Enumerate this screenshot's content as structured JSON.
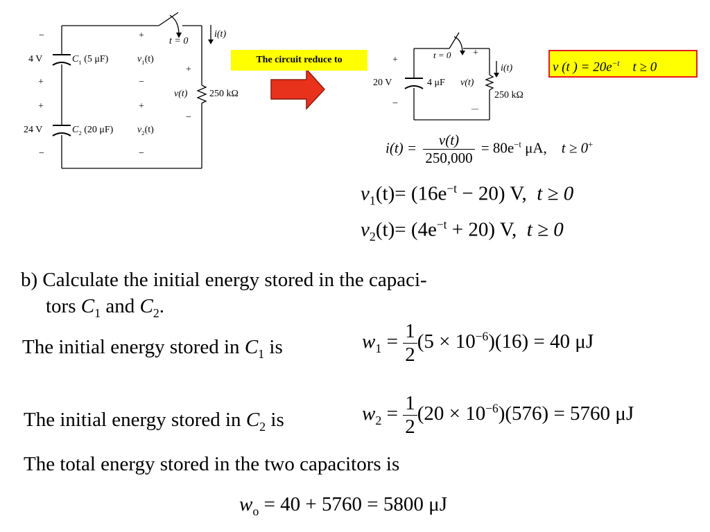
{
  "left_circuit": {
    "polarity_c1_left_top": "−",
    "polarity_c1_left_bottom": "+",
    "voltage_c1": "4 V",
    "c1_label": "C",
    "c1_sub": "1",
    "c1_value": "(5 μF)",
    "v1_label": "v",
    "v1_sub": "1",
    "v1_arg": "(t)",
    "v1_plus": "+",
    "v1_minus": "−",
    "polarity_c2_left_top": "+",
    "polarity_c2_left_bottom": "−",
    "voltage_c2": "24 V",
    "c2_label": "C",
    "c2_sub": "2",
    "c2_value": "(20 μF)",
    "v2_label": "v",
    "v2_sub": "2",
    "v2_arg": "(t)",
    "v2_plus": "+",
    "v2_minus": "−",
    "switch_label": "t = 0",
    "current_label": "i(t)",
    "v_label": "v(t)",
    "v_plus": "+",
    "v_minus": "−",
    "resistor_label": "250 kΩ"
  },
  "callout": {
    "text": "The circuit reduce to"
  },
  "right_circuit": {
    "plus": "+",
    "minus": "−",
    "voltage": "20 V",
    "cap_value": "4 μF",
    "v_label": "v(t)",
    "switch_label": "t = 0",
    "switch_plus": "+",
    "current_label": "i(t)",
    "resistor_label": "250 kΩ",
    "minus_bottom": "—"
  },
  "boxed_result": {
    "lhs": "v (t ) = 20e",
    "exp": "−t",
    "cond": "t ≥ 0"
  },
  "equations": {
    "i_lhs": "i(t) =",
    "i_num": "v(t)",
    "i_den": "250,000",
    "i_rhs_a": "= 80e",
    "i_rhs_exp": "−t",
    "i_rhs_b": "μA,",
    "i_cond": "t ≥ 0",
    "i_cond_sup": "+",
    "v1_lhs": "v",
    "v1_sub": "1",
    "v1_rest": "(t)= (16e",
    "v1_exp": "−t",
    "v1_tail": "− 20) V,",
    "v1_cond": "t ≥ 0",
    "v2_lhs": "v",
    "v2_sub": "2",
    "v2_rest": "(t)= (4e",
    "v2_exp": "−t",
    "v2_tail": "+ 20) V,",
    "v2_cond": "t ≥ 0"
  },
  "part_b": {
    "line1": "b) Calculate the initial energy stored in the capaci-",
    "line2_a": "tors ",
    "line2_c1": "C",
    "line2_c1_sub": "1",
    "line2_and": " and ",
    "line2_c2": "C",
    "line2_c2_sub": "2",
    "line2_end": "."
  },
  "energy": {
    "w1_text": "The initial energy stored in ",
    "w1_c": "C",
    "w1_csub": "1",
    "w1_is": " is",
    "w1_lhs": "w",
    "w1_lhs_sub": "1",
    "w1_eq": "=",
    "w1_num": "1",
    "w1_den": "2",
    "w1_a": "(5 × 10",
    "w1_a_exp": "−6",
    "w1_b": ")(16) = 40 μJ",
    "w2_text": "The initial energy stored in ",
    "w2_c": "C",
    "w2_csub": "2",
    "w2_is": " is",
    "w2_lhs": "w",
    "w2_lhs_sub": "2",
    "w2_eq": "=",
    "w2_num": "1",
    "w2_den": "2",
    "w2_a": "(20 × 10",
    "w2_a_exp": "−6",
    "w2_b": ")(576) = 5760 μJ",
    "total_text": "The total energy stored in the two capacitors is",
    "wo_lhs": "w",
    "wo_sub": "o",
    "wo_rhs": "= 40 + 5760 = 5800 μJ"
  },
  "colors": {
    "callout_bg": "#ffff00",
    "box_border": "#e41b1b",
    "arrow_fill": "#e8321c",
    "arrow_stroke": "#8b1a10"
  }
}
